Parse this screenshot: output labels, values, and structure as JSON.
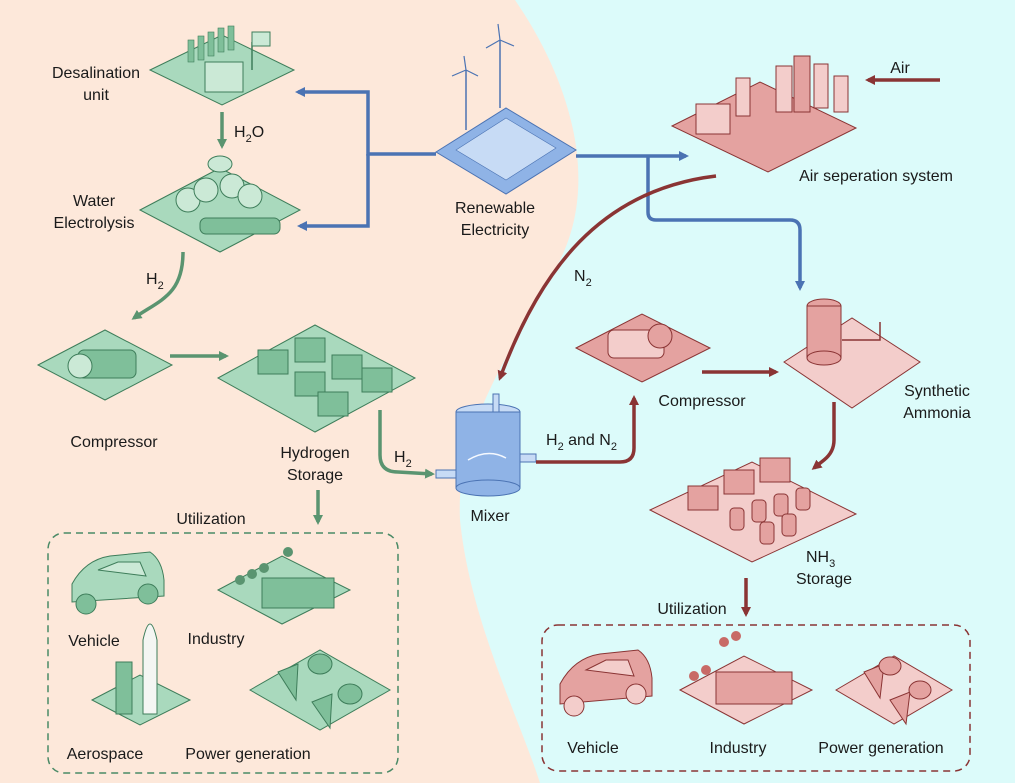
{
  "colors": {
    "left_bg": "#fde8da",
    "right_bg": "#dcfbfa",
    "green_stroke": "#3e7d5a",
    "green_fill": "#a9d9bd",
    "green_light": "#cbe9d6",
    "red_stroke": "#8a3434",
    "red_fill": "#e4a2a0",
    "red_light": "#f3cdcb",
    "blue_stroke": "#4b73b3",
    "blue_fill": "#8fb3e6",
    "blue_light": "#c7dbf5"
  },
  "labels": {
    "desalination_1": "Desalination",
    "desalination_2": "unit",
    "h2o": "H",
    "h2o_sub": "2",
    "h2o_tail": "O",
    "water_1": "Water",
    "water_2": "Electrolysis",
    "h2_a": "H",
    "h2_a_sub": "2",
    "compressor_left": "Compressor",
    "hydrogen_1": "Hydrogen",
    "hydrogen_2": "Storage",
    "h2_b": "H",
    "h2_b_sub": "2",
    "utilization_left": "Utilization",
    "vehicle_left": "Vehicle",
    "industry_left": "Industry",
    "aerospace": "Aerospace",
    "power_left": "Power generation",
    "renewable_1": "Renewable",
    "renewable_2": "Electricity",
    "air": "Air",
    "air_sep": "Air seperation system",
    "n2": "N",
    "n2_sub": "2",
    "mixer": "Mixer",
    "h2n2_a": "H",
    "h2n2_a_sub": "2",
    "h2n2_mid": " and N",
    "h2n2_b_sub": "2",
    "compressor_right": "Compressor",
    "synthetic_1": "Synthetic",
    "synthetic_2": "Ammonia",
    "nh3_a": "NH",
    "nh3_sub": "3",
    "nh3_storage": "Storage",
    "utilization_right": "Utilization",
    "vehicle_right": "Vehicle",
    "industry_right": "Industry",
    "power_right": "Power generation"
  }
}
